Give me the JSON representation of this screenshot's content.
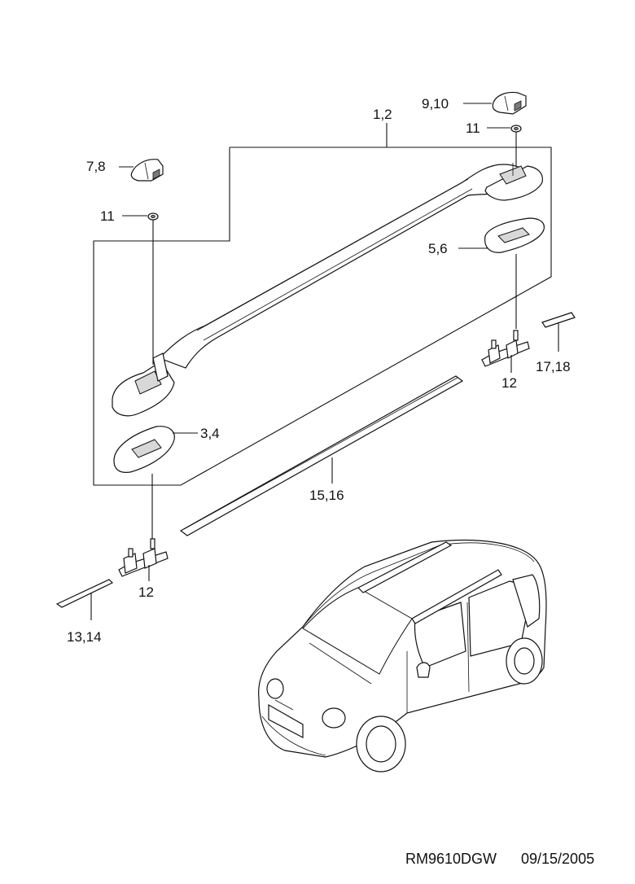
{
  "callouts": {
    "rail": "1,2",
    "cover_right": "9,10",
    "cover_left": "7,8",
    "nut_right": "11",
    "nut_left": "11",
    "pad_right": "5,6",
    "pad_left": "3,4",
    "bracket_right": "12",
    "bracket_left": "12",
    "tape_right": "17,18",
    "tape_left": "13,14",
    "moulding": "15,16"
  },
  "footer": {
    "code": "RM9610DGW",
    "date": "09/15/2005"
  }
}
